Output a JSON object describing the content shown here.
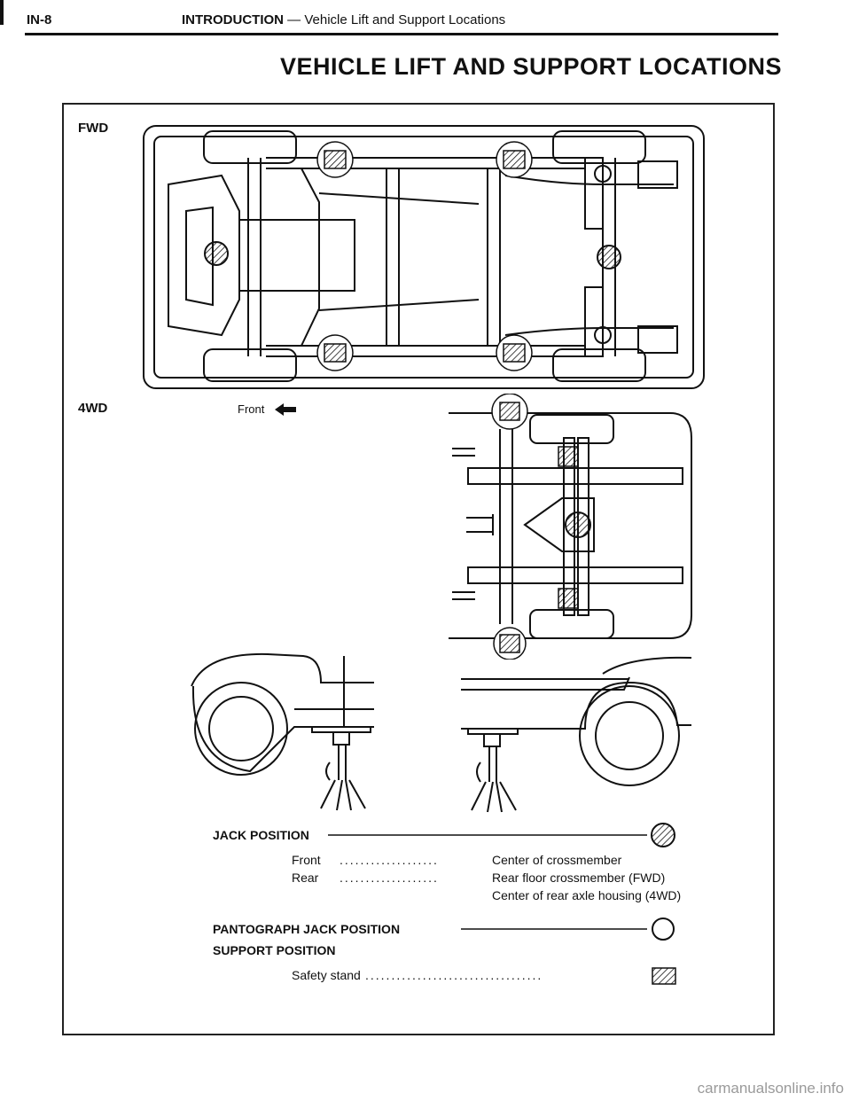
{
  "header": {
    "page_number": "IN-8",
    "section": "INTRODUCTION",
    "section_dash": " — ",
    "section_subtitle": "Vehicle Lift and Support Locations"
  },
  "title": "VEHICLE LIFT AND SUPPORT LOCATIONS",
  "diagram": {
    "fwd_label": "FWD",
    "awd_label": "4WD",
    "front_label": "Front"
  },
  "legend": {
    "jack_position": "JACK POSITION",
    "front_label": "Front",
    "front_dots": "...................",
    "front_value": "Center of crossmember",
    "rear_label": "Rear",
    "rear_dots": "...................",
    "rear_value_1": "Rear floor crossmember (FWD)",
    "rear_value_2": "Center of rear axle housing (4WD)",
    "pantograph_jack_position": "PANTOGRAPH JACK POSITION",
    "support_position": "SUPPORT POSITION",
    "safety_stand": "Safety stand",
    "safety_dots": ".................................."
  },
  "icons": {
    "jack_symbol": "hatched-circle-icon",
    "pantograph_symbol": "open-circle-icon",
    "support_symbol": "hatched-box-icon"
  },
  "watermark": "carmanualsonline.info"
}
